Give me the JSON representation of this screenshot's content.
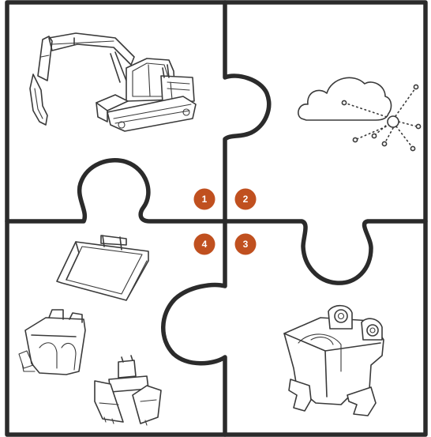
{
  "colors": {
    "outline": "#2b2b2b",
    "badge": "#c0501f",
    "badge_text": "#ffffff",
    "background": "#ffffff"
  },
  "pieces": [
    {
      "position": "top-left",
      "icon": "excavator-icon"
    },
    {
      "position": "top-right",
      "icon": "cloud-network-icon"
    },
    {
      "position": "bottom-right",
      "icon": "quick-coupler-icon"
    },
    {
      "position": "bottom-left",
      "icons": [
        "bucket-icon",
        "grapple-icon",
        "clamshell-icon"
      ]
    }
  ],
  "badges": [
    {
      "label": "1"
    },
    {
      "label": "2"
    },
    {
      "label": "3"
    },
    {
      "label": "4"
    }
  ]
}
